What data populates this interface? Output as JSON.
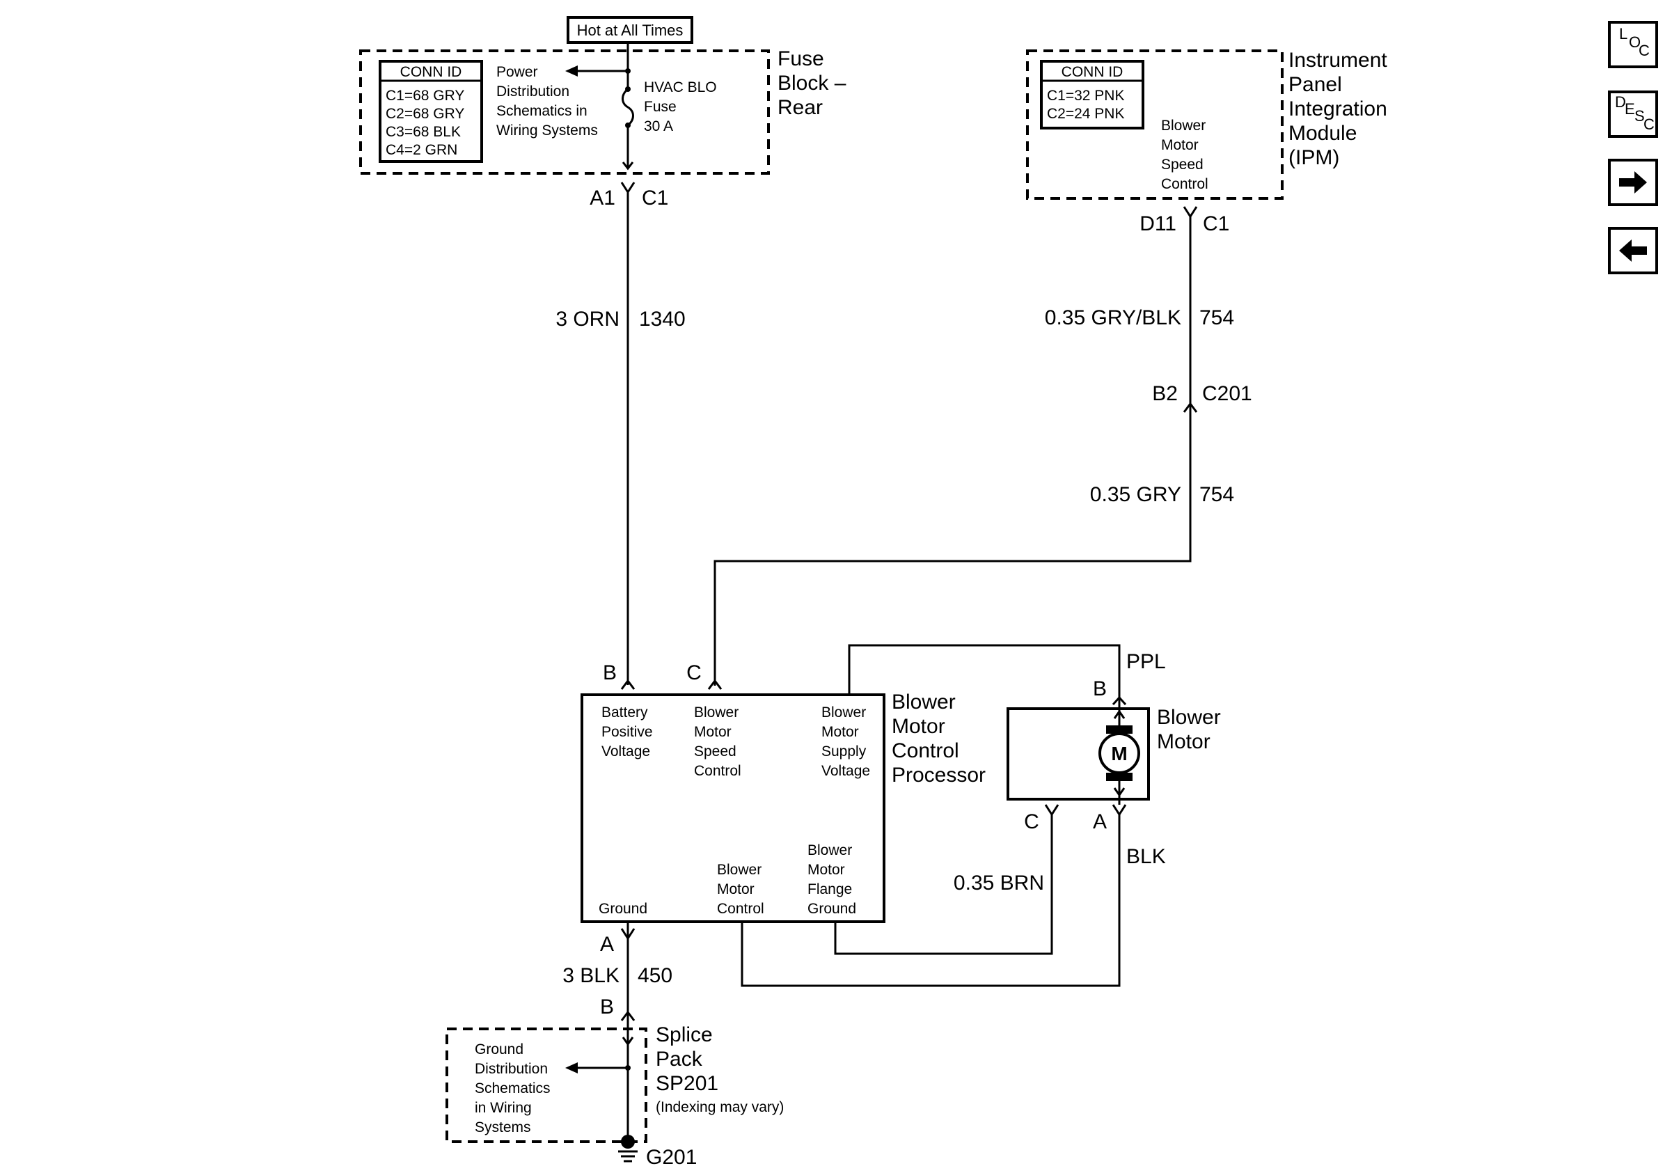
{
  "header_label": "Hot at All Times",
  "fuse_block": {
    "name": [
      "Fuse",
      "Block –",
      "Rear"
    ],
    "conn_id_title": "CONN ID",
    "conn_ids": [
      "C1=68 GRY",
      "C2=68 GRY",
      "C3=68 BLK",
      "C4=2 GRN"
    ],
    "ref_text": [
      "Power",
      "Distribution",
      "Schematics in",
      "Wiring Systems"
    ],
    "fuse_label": [
      "HVAC BLO",
      "Fuse",
      "30 A"
    ],
    "pin": "A1",
    "connector": "C1"
  },
  "ipm": {
    "name": [
      "Instrument",
      "Panel",
      "Integration",
      "Module",
      "(IPM)"
    ],
    "conn_id_title": "CONN ID",
    "conn_ids": [
      "C1=32 PNK",
      "C2=24 PNK"
    ],
    "function": [
      "Blower",
      "Motor",
      "Speed",
      "Control"
    ],
    "pin": "D11",
    "connector": "C1"
  },
  "wires": {
    "power": {
      "gauge_color": "3 ORN",
      "circuit": "1340"
    },
    "speed_upper": {
      "gauge_color": "0.35 GRY/BLK",
      "circuit": "754"
    },
    "speed_lower": {
      "gauge_color": "0.35 GRY",
      "circuit": "754"
    },
    "ground": {
      "gauge_color": "3 BLK",
      "circuit": "450"
    },
    "motor_supply": {
      "color": "PPL"
    },
    "motor_control": {
      "gauge_color": "0.35 BRN"
    },
    "motor_ground": {
      "color": "BLK"
    }
  },
  "inline_connector": {
    "pin": "B2",
    "connector": "C201"
  },
  "processor": {
    "name": [
      "Blower",
      "Motor",
      "Control",
      "Processor"
    ],
    "pin_b": "B",
    "pin_c": "C",
    "pin_a": "A",
    "battery": [
      "Battery",
      "Positive",
      "Voltage"
    ],
    "speed_control": [
      "Blower",
      "Motor",
      "Speed",
      "Control"
    ],
    "supply_voltage": [
      "Blower",
      "Motor",
      "Supply",
      "Voltage"
    ],
    "ground": "Ground",
    "motor_control": [
      "Blower",
      "Motor",
      "Control"
    ],
    "flange_ground": [
      "Blower",
      "Motor",
      "Flange",
      "Ground"
    ]
  },
  "blower_motor": {
    "name": [
      "Blower",
      "Motor"
    ],
    "symbol": "M",
    "pin_b": "B",
    "pin_c": "C",
    "pin_a": "A"
  },
  "splice_pack": {
    "pin": "B",
    "name": [
      "Splice",
      "Pack",
      "SP201"
    ],
    "note": "(Indexing may vary)",
    "ref_text": [
      "Ground",
      "Distribution",
      "Schematics",
      "in Wiring",
      "Systems"
    ],
    "ground_id": "G201"
  },
  "nav": {
    "loc": {
      "l1": "L",
      "l2": "O",
      "l3": "C"
    },
    "desc": {
      "l1": "D",
      "l2": "E",
      "l3": "S",
      "l4": "C"
    },
    "next_icon": "arrow-right-icon",
    "prev_icon": "arrow-left-icon"
  }
}
